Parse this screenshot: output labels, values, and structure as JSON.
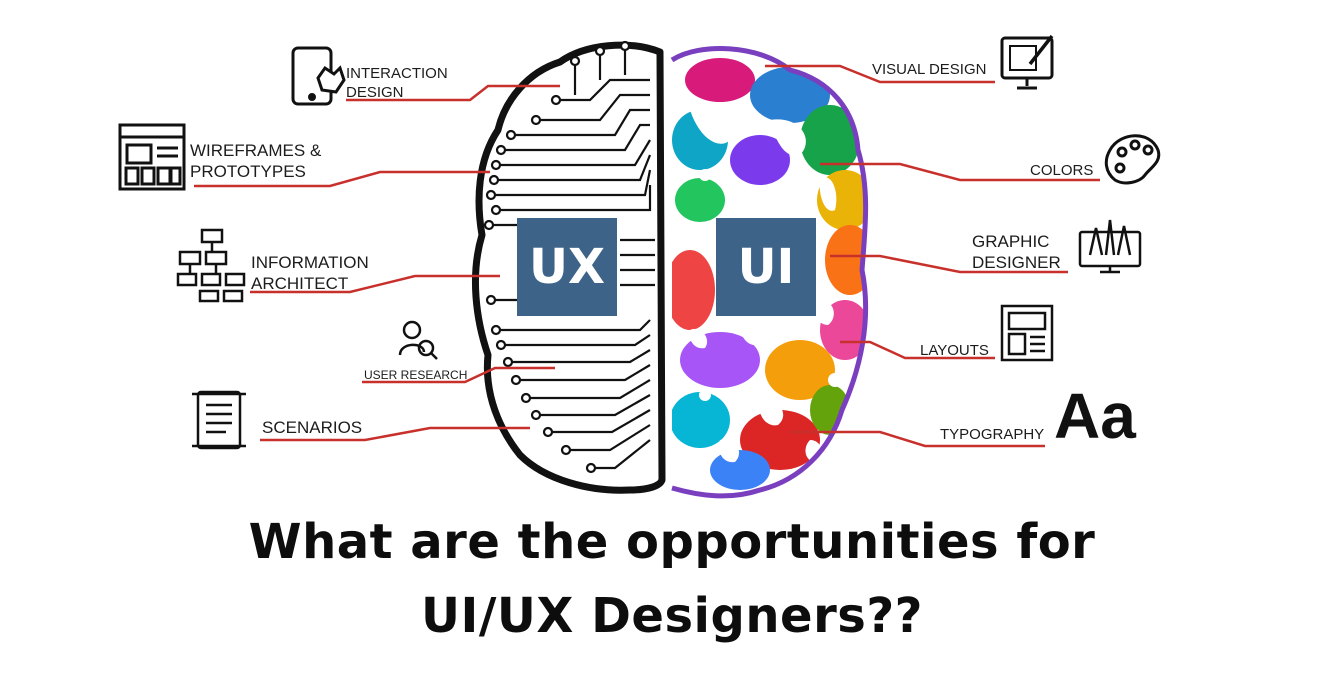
{
  "headline": {
    "line1": "What are the opportunities for",
    "line2": "UI/UX Designers??"
  },
  "brain": {
    "left_badge": "UX",
    "right_badge": "UI",
    "badge_color": "#3d6388",
    "connector_color": "#c8302c"
  },
  "left_labels": [
    {
      "lines": [
        "INTERACTION",
        "DESIGN"
      ],
      "icon": "tablet-touch-icon"
    },
    {
      "lines": [
        "WIREFRAMES &",
        "PROTOTYPES"
      ],
      "icon": "wireframe-icon"
    },
    {
      "lines": [
        "INFORMATION",
        "ARCHITECT"
      ],
      "icon": "sitemap-icon"
    },
    {
      "lines": [
        "USER RESEARCH"
      ],
      "icon": "user-search-icon"
    },
    {
      "lines": [
        "SCENARIOS"
      ],
      "icon": "scroll-icon"
    }
  ],
  "right_labels": [
    {
      "lines": [
        "VISUAL DESIGN"
      ],
      "icon": "monitor-design-icon"
    },
    {
      "lines": [
        "COLORS"
      ],
      "icon": "palette-icon"
    },
    {
      "lines": [
        "GRAPHIC",
        "DESIGNER"
      ],
      "icon": "design-tools-icon"
    },
    {
      "lines": [
        "LAYOUTS"
      ],
      "icon": "layout-icon"
    },
    {
      "lines": [
        "TYPOGRAPHY"
      ],
      "icon": "typography-icon"
    }
  ],
  "typography_sample": "Aa"
}
